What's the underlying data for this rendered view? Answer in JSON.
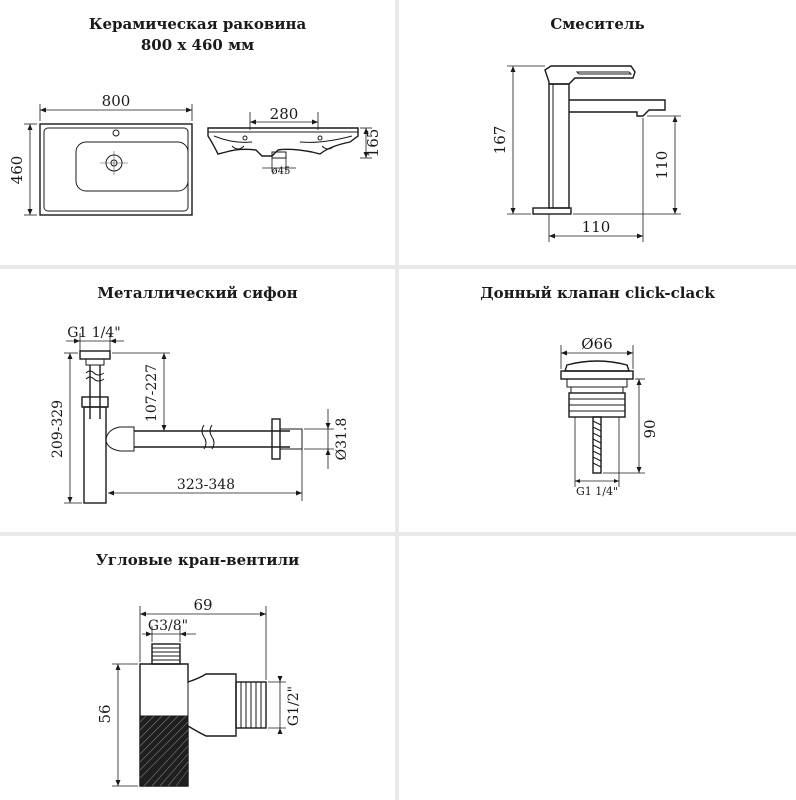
{
  "panels": [
    {
      "title_line1": "Керамическая раковина",
      "title_line2": "800 х 460 мм",
      "dims": {
        "width": "800",
        "height": "460",
        "depth": "280",
        "side": "165",
        "drain": "ø45"
      }
    },
    {
      "title_line1": "Смеситель",
      "dims": {
        "height": "167",
        "spout_height": "110",
        "reach": "110"
      }
    },
    {
      "title_line1": "Металлический сифон",
      "dims": {
        "thread": "G1 1/4\"",
        "total_height": "209-329",
        "inlet_height": "107-227",
        "length": "323-348",
        "outlet": "Ø31.8"
      }
    },
    {
      "title_line1": "Донный клапан click-clack",
      "dims": {
        "diameter": "Ø66",
        "height": "90",
        "thread": "G1 1/4\""
      }
    },
    {
      "title_line1": "Угловые кран-вентили",
      "dims": {
        "width": "69",
        "inlet_thread": "G3/8\"",
        "outlet_thread": "G1/2\"",
        "height": "56"
      }
    }
  ],
  "colors": {
    "background": "#e9e9e9",
    "panel": "#ffffff",
    "line": "#1a1a1a"
  },
  "icons": {
    "sink": "sink-drawing-icon",
    "faucet": "faucet-drawing-icon",
    "siphon": "siphon-drawing-icon",
    "valve": "click-clack-valve-drawing-icon",
    "angle_valve": "angle-valve-drawing-icon"
  }
}
